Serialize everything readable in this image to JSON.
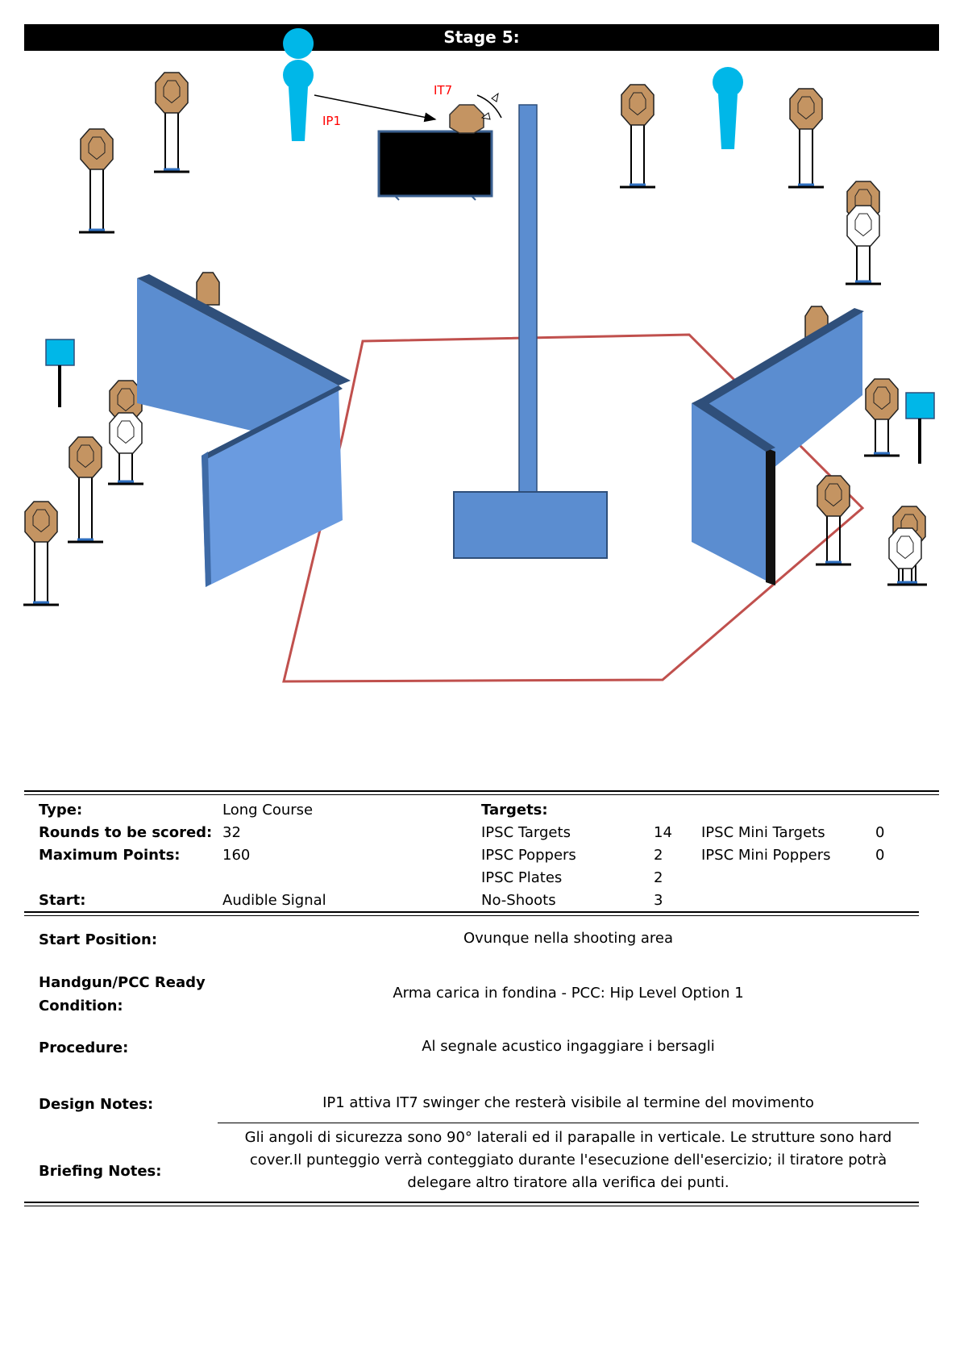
{
  "stage": {
    "title": "Stage 5:"
  },
  "diagram": {
    "labels": {
      "ip1": "IP1",
      "it7": "IT7"
    },
    "colors": {
      "wall": "#5b8dd0",
      "wall_edge": "#2f4f7a",
      "target": "#c49462",
      "popper": "#00b7e8",
      "fault_line": "#c0504d",
      "label_red": "#ff0000"
    }
  },
  "info": {
    "type_label": "Type:",
    "type_value": "Long Course",
    "rounds_label": "Rounds to be scored:",
    "rounds_value": "32",
    "max_points_label": "Maximum Points:",
    "max_points_value": "160",
    "start_label": "Start:",
    "start_value": "Audible Signal",
    "targets_label": "Targets:",
    "targets": [
      {
        "name": "IPSC Targets",
        "count": "14"
      },
      {
        "name": "IPSC Poppers",
        "count": "2"
      },
      {
        "name": "IPSC Plates",
        "count": "2"
      },
      {
        "name": "No-Shoots",
        "count": "3"
      }
    ],
    "mini_targets": [
      {
        "name": "IPSC Mini Targets",
        "count": "0"
      },
      {
        "name": "IPSC Mini Poppers",
        "count": "0"
      }
    ],
    "start_position_label": "Start Position:",
    "start_position_value": "Ovunque nella shooting area",
    "ready_label_1": "Handgun/PCC Ready",
    "ready_label_2": "Condition:",
    "ready_value": "Arma carica in fondina - PCC: Hip Level Option 1",
    "procedure_label": "Procedure:",
    "procedure_value": "Al segnale acustico ingaggiare i bersagli",
    "design_notes_label": "Design Notes:",
    "design_notes_value": "IP1 attiva IT7 swinger che resterà visibile al termine del movimento",
    "briefing_notes_label": "Briefing Notes:",
    "briefing_notes_lines": [
      "Gli angoli di sicurezza sono 90° laterali ed il parapalle in verticale. Le strutture sono hard",
      "cover.Il punteggio verrà conteggiato durante l'esecuzione dell'esercizio; il tiratore potrà",
      "delegare altro tiratore alla verifica  dei punti."
    ]
  }
}
